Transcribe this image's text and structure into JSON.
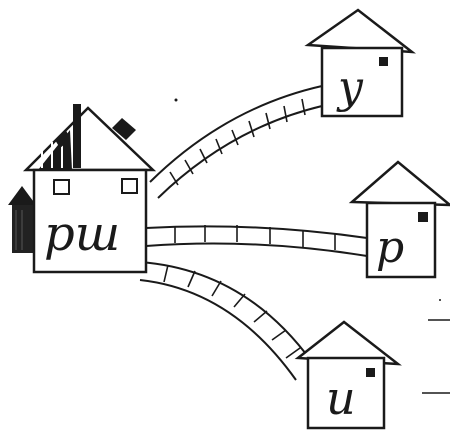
{
  "houses": {
    "big": {
      "letters": "рш"
    },
    "top_right": {
      "letter": "у"
    },
    "middle_right": {
      "letter": "р"
    },
    "bottom_right": {
      "letter": "и"
    }
  },
  "colors": {
    "ink": "#1a1a1a",
    "paper": "#ffffff"
  }
}
